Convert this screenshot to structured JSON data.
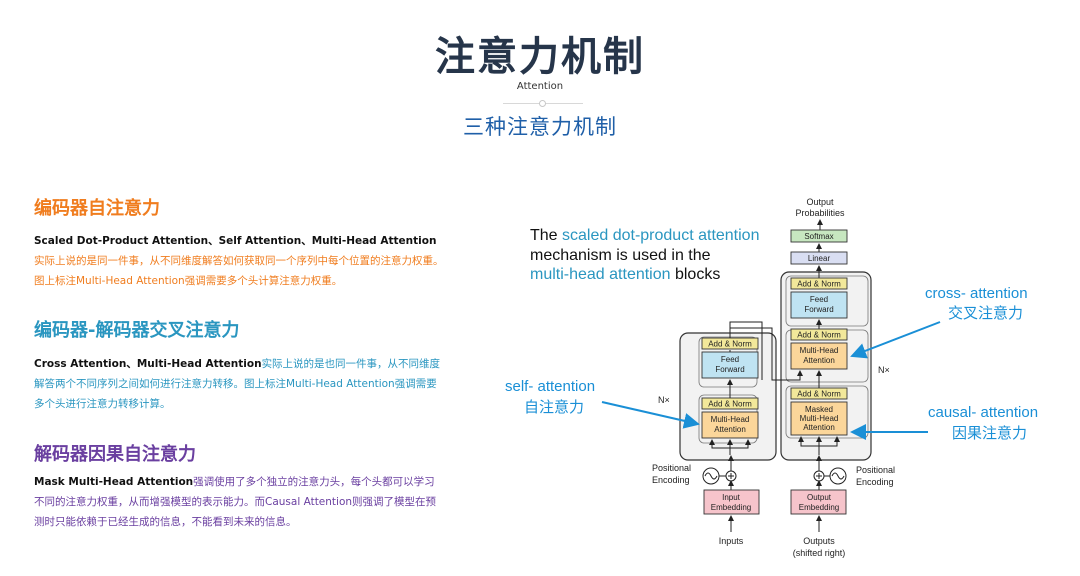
{
  "header": {
    "title": "注意力机制",
    "subtitle_en": "Attention",
    "subtitle_cn": "三种注意力机制"
  },
  "sections": [
    {
      "title": "编码器自注意力",
      "bold": "Scaled Dot-Product Attention、Self Attention、Multi-Head Attention",
      "text": "实际上说的是同一件事，从不同维度解答如何获取同一个序列中每个位置的注意力权重。图上标注Multi-Head Attention强调需要多个头计算注意力权重。"
    },
    {
      "title": "编码器-解码器交叉注意力",
      "bold": "Cross Attention、Multi-Head Attention",
      "text": "实际上说的是也同一件事，从不同维度解答两个不同序列之间如何进行注意力转移。图上标注Multi-Head Attention强调需要多个头进行注意力转移计算。"
    },
    {
      "title": "解码器因果自注意力",
      "bold": "Mask Multi-Head Attention",
      "text": "强调使用了多个独立的注意力头，每个头都可以学习不同的注意力权重，从而增强模型的表示能力。而Causal Attention则强调了模型在预测时只能依赖于已经生成的信息，不能看到未来的信息。"
    }
  ],
  "colors": {
    "section1": "#f07d1f",
    "section2": "#2a96c0",
    "section3": "#6a3fa0",
    "title": "#26354a",
    "subtitle": "#1f5fa8",
    "callout": "#1a8fd6",
    "add_norm": "#f2e89a",
    "attention": "#fbd69a",
    "feed_forward": "#bfe3f2",
    "embedding": "#f6c4cb",
    "linear": "#d9def2",
    "softmax": "#c7e7c0"
  },
  "diagram": {
    "caption": {
      "l1a": "The ",
      "l1b": "scaled dot-product attention",
      "l2": "mechanism is used in the",
      "l3a": "multi-head attention",
      "l3b": " blocks"
    },
    "output_probabilities_1": "Output",
    "output_probabilities_2": "Probabilities",
    "softmax": "Softmax",
    "linear": "Linear",
    "add_norm": "Add & Norm",
    "feed_forward_1": "Feed",
    "feed_forward_2": "Forward",
    "mha_1": "Multi-Head",
    "mha_2": "Attention",
    "masked_1": "Masked",
    "nx": "N×",
    "positional_1": "Positional",
    "positional_2": "Encoding",
    "input_embedding_1": "Input",
    "input_embedding_2": "Embedding",
    "output_embedding_1": "Output",
    "output_embedding_2": "Embedding",
    "inputs": "Inputs",
    "outputs": "Outputs",
    "outputs_shifted": "(shifted right)",
    "cross_en": "cross- attention",
    "cross_cn": "交叉注意力",
    "self_en": "self- attention",
    "self_cn": "自注意力",
    "causal_en": "causal- attention",
    "causal_cn": "因果注意力"
  }
}
